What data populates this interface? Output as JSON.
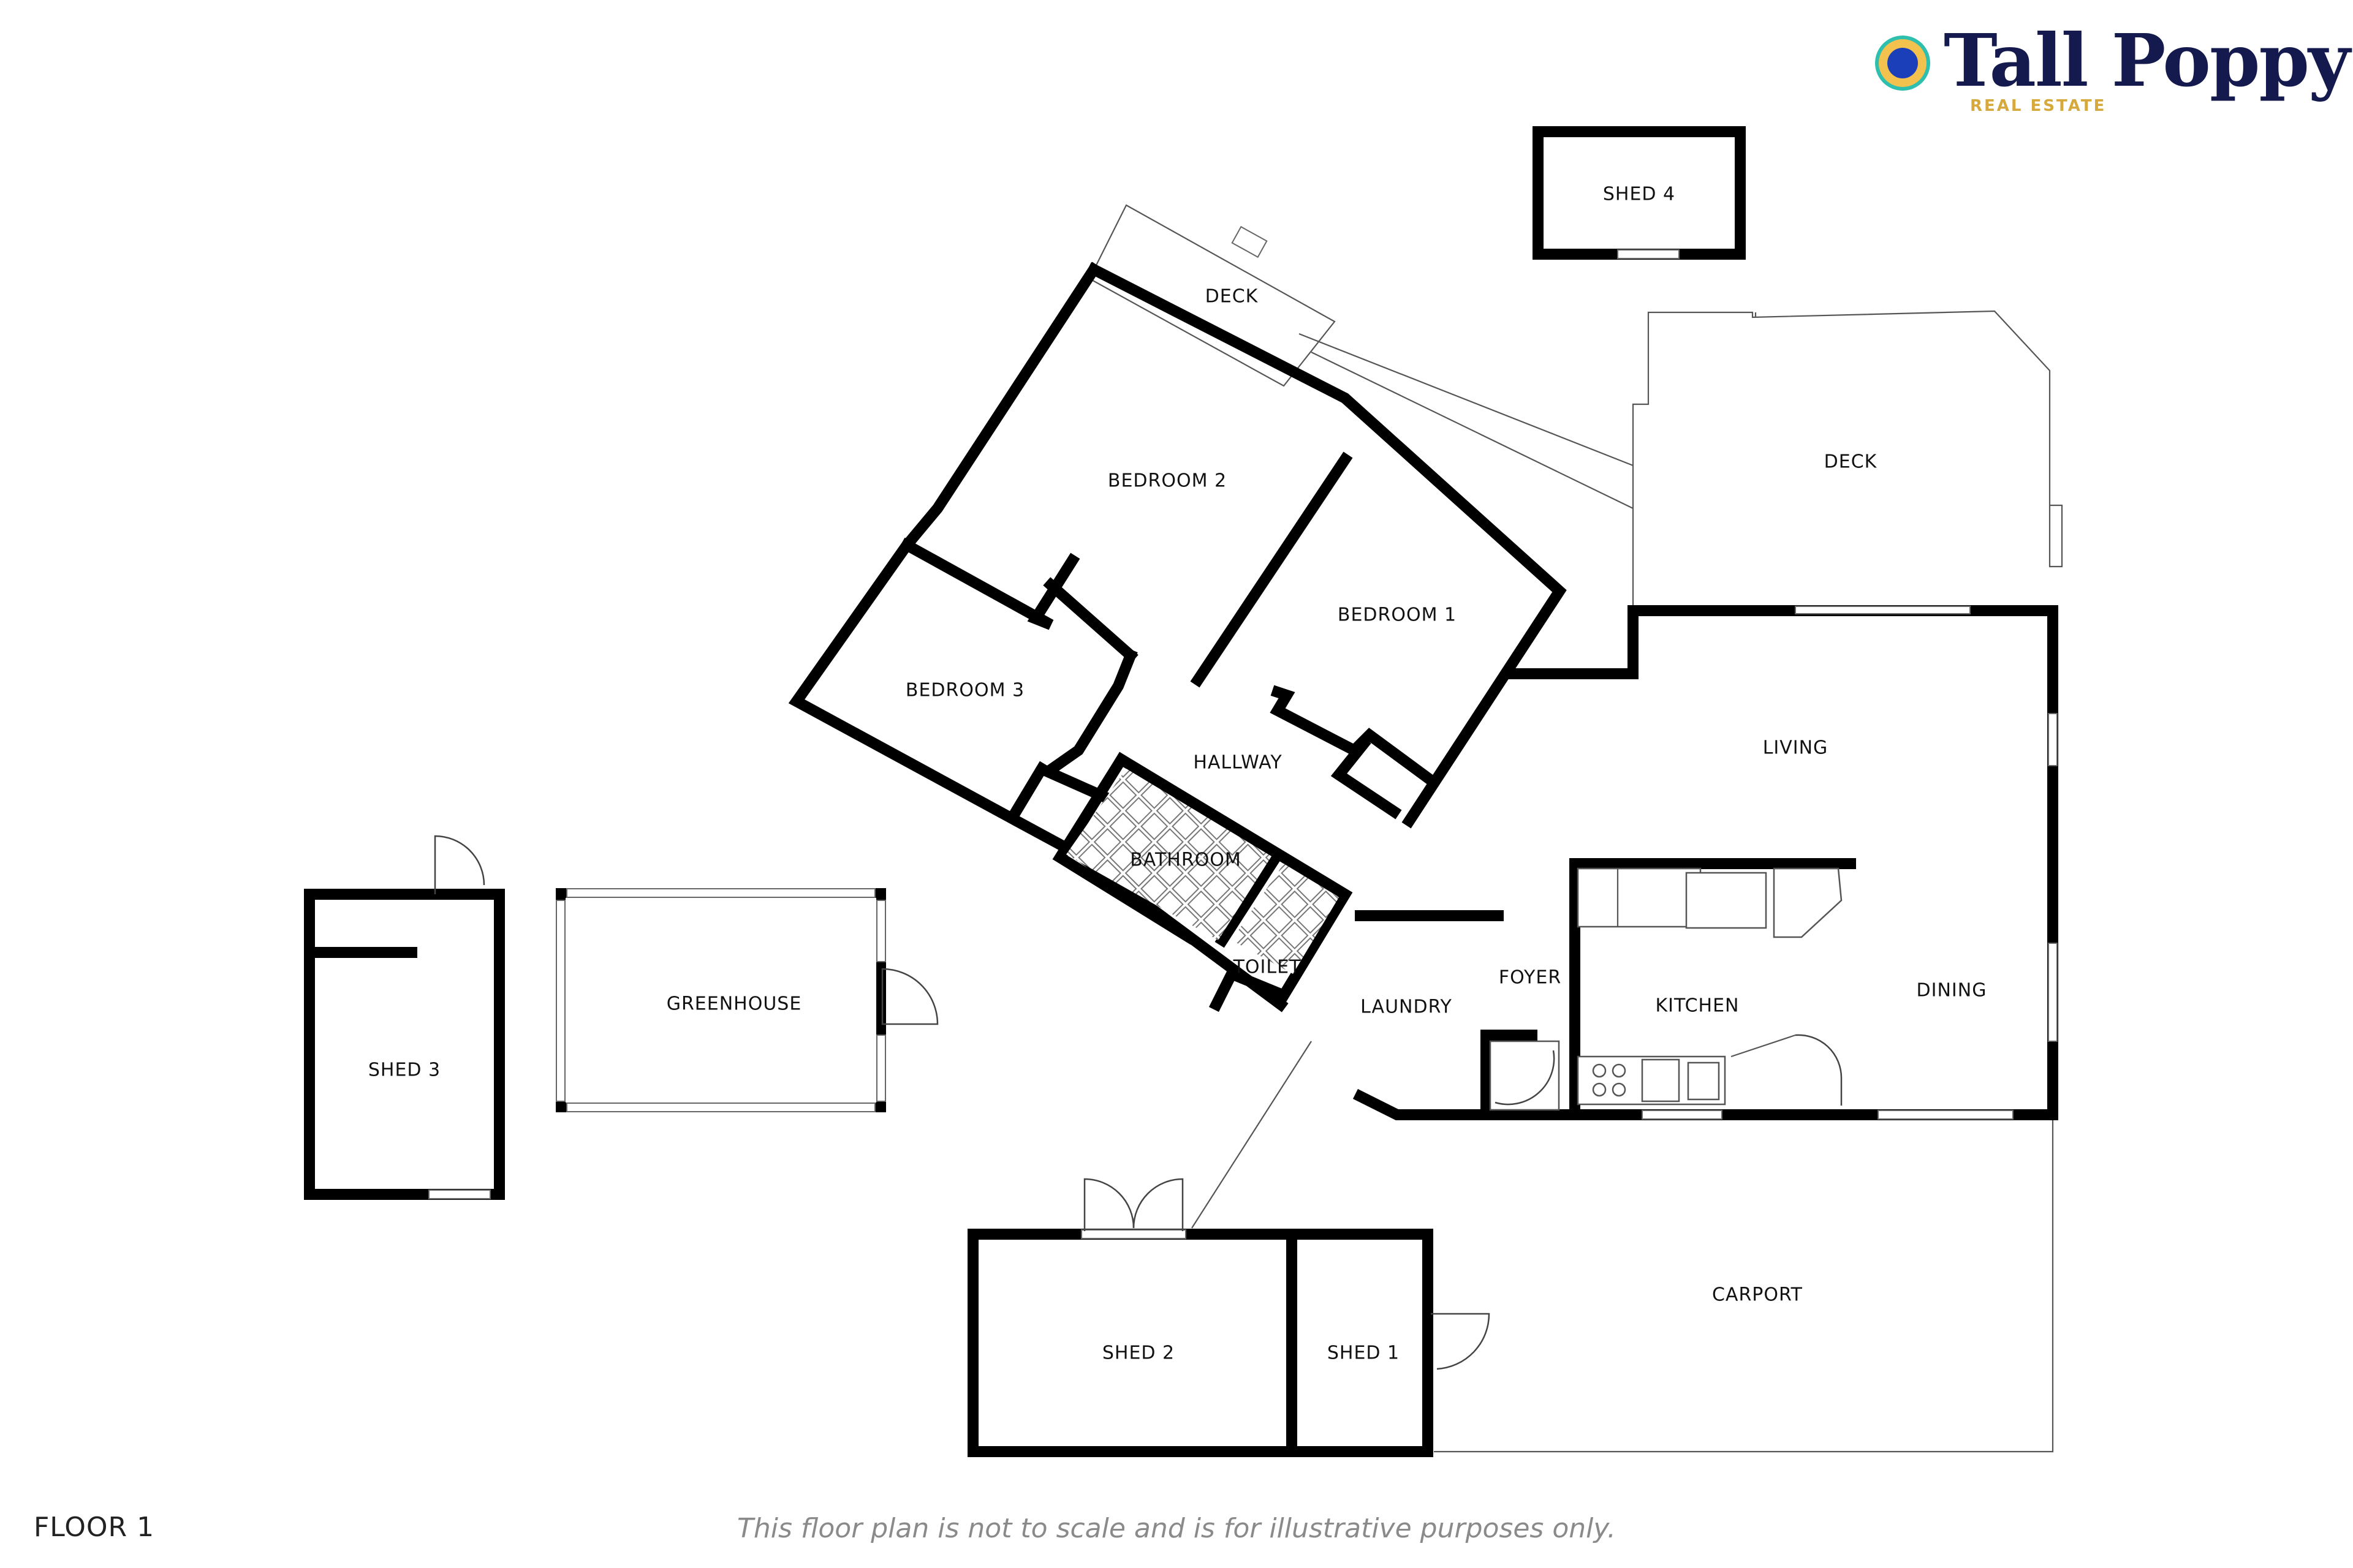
{
  "brand": {
    "name": "Tall Poppy",
    "tagline": "REAL ESTATE",
    "colors": {
      "navy": "#141a4e",
      "gold": "#d7a93c",
      "teal": "#2fbfae",
      "blue": "#1b3fb8"
    }
  },
  "floor_label": "FLOOR 1",
  "disclaimer": "This floor plan is not to scale and is for illustrative purposes only.",
  "rooms": {
    "shed4": "SHED 4",
    "deck_small": "DECK",
    "deck_large": "DECK",
    "bedroom2": "BEDROOM 2",
    "bedroom1": "BEDROOM 1",
    "bedroom3": "BEDROOM 3",
    "hallway": "HALLWAY",
    "bathroom": "BATHROOM",
    "toilet": "TOILET",
    "living": "LIVING",
    "laundry": "LAUNDRY",
    "foyer": "FOYER",
    "kitchen": "KITCHEN",
    "dining": "DINING",
    "greenhouse": "GREENHOUSE",
    "shed3": "SHED 3",
    "shed2": "SHED 2",
    "shed1": "SHED 1",
    "carport": "CARPORT"
  }
}
